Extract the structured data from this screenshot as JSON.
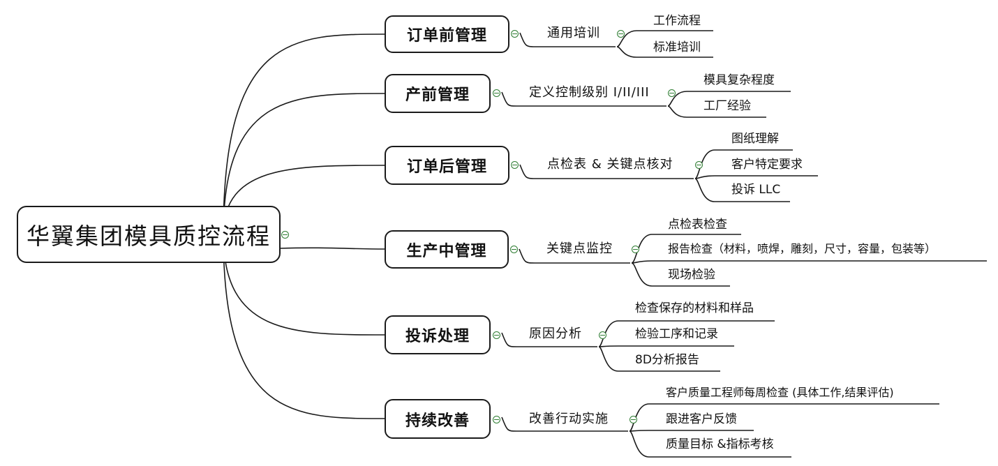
{
  "root": {
    "label": "华翼集团模具质控流程"
  },
  "branches": [
    {
      "label": "订单前管理",
      "sub": "通用培训",
      "leaves": [
        "工作流程",
        "标准培训"
      ]
    },
    {
      "label": "产前管理",
      "sub": "定义控制级别 I/II/III",
      "leaves": [
        "模具复杂程度",
        "工厂经验"
      ]
    },
    {
      "label": "订单后管理",
      "sub": "点检表 & 关键点核对",
      "leaves": [
        "图纸理解",
        "客户特定要求",
        "投诉 LLC"
      ]
    },
    {
      "label": "生产中管理",
      "sub": "关键点监控",
      "leaves": [
        "点检表检查",
        "报告检查（材料，喷焊，雕刻，尺寸，容量，包装等）",
        "现场检验"
      ]
    },
    {
      "label": "投诉处理",
      "sub": "原因分析",
      "leaves": [
        "检查保存的材料和样品",
        "检验工序和记录",
        "8D分析报告"
      ]
    },
    {
      "label": "持续改善",
      "sub": "改善行动实施",
      "leaves": [
        "客户质量工程师每周检查 (具体工作,结果评估)",
        "跟进客户反馈",
        "质量目标 &指标考核"
      ]
    }
  ]
}
